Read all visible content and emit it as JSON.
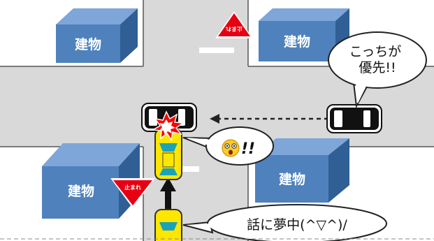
{
  "buildings": {
    "top_left": "建物",
    "top_right": "建物",
    "bottom_left": "建物",
    "bottom_right": "建物"
  },
  "signs": {
    "top": "止まれ",
    "bottom": "止まれ"
  },
  "callouts": {
    "priority": "こっちが\n優先!!",
    "surprise": "!!",
    "distracted": "話に夢中(^▽^)/"
  },
  "colors": {
    "road": "#d9d9d9",
    "building_front": "#4f81bd",
    "building_side": "#2f5f94",
    "building_top": "#7ea6d8",
    "sign_red": "#e60012",
    "car_yellow": "#ffe600",
    "car_dark": "#111111",
    "crash_red": "#ff0000"
  }
}
